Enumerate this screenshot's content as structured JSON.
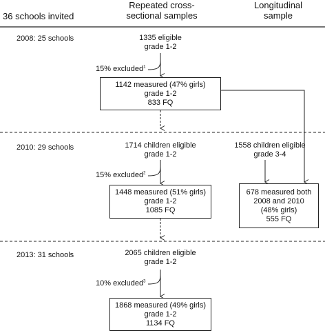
{
  "header": {
    "invited": "36 schools invited",
    "col_cross_1": "Repeated cross-",
    "col_cross_2": "sectional samples",
    "col_long_1": "Longitudinal",
    "col_long_2": "sample"
  },
  "waves": [
    {
      "label": "2008: 25 schools",
      "eligible_1": "1335 eligible",
      "eligible_2": "grade 1-2",
      "excluded": "15% excluded",
      "excluded_note": "1",
      "measured_1": "1142 measured (47% girls)",
      "measured_2": "grade 1-2",
      "measured_3": "833 FQ"
    },
    {
      "label": "2010: 29 schools",
      "eligible_1": "1714 children eligible",
      "eligible_2": "grade 1-2",
      "excluded": "15% excluded",
      "excluded_note": "2",
      "measured_1": "1448 measured (51% girls)",
      "measured_2": "grade 1-2",
      "measured_3": "1085 FQ"
    },
    {
      "label": "2013: 31 schools",
      "eligible_1": "2065 children eligible",
      "eligible_2": "grade 1-2",
      "excluded": "10% excluded",
      "excluded_note": "3",
      "measured_1": "1868 measured (49% girls)",
      "measured_2": "grade 1-2",
      "measured_3": "1134 FQ"
    }
  ],
  "longitudinal": {
    "eligible_1": "1558 children eligible",
    "eligible_2": "grade 3-4",
    "measured_1": "678 measured both",
    "measured_2": "2008 and 2010",
    "measured_3": "(48% girls)",
    "measured_4": "555 FQ"
  }
}
